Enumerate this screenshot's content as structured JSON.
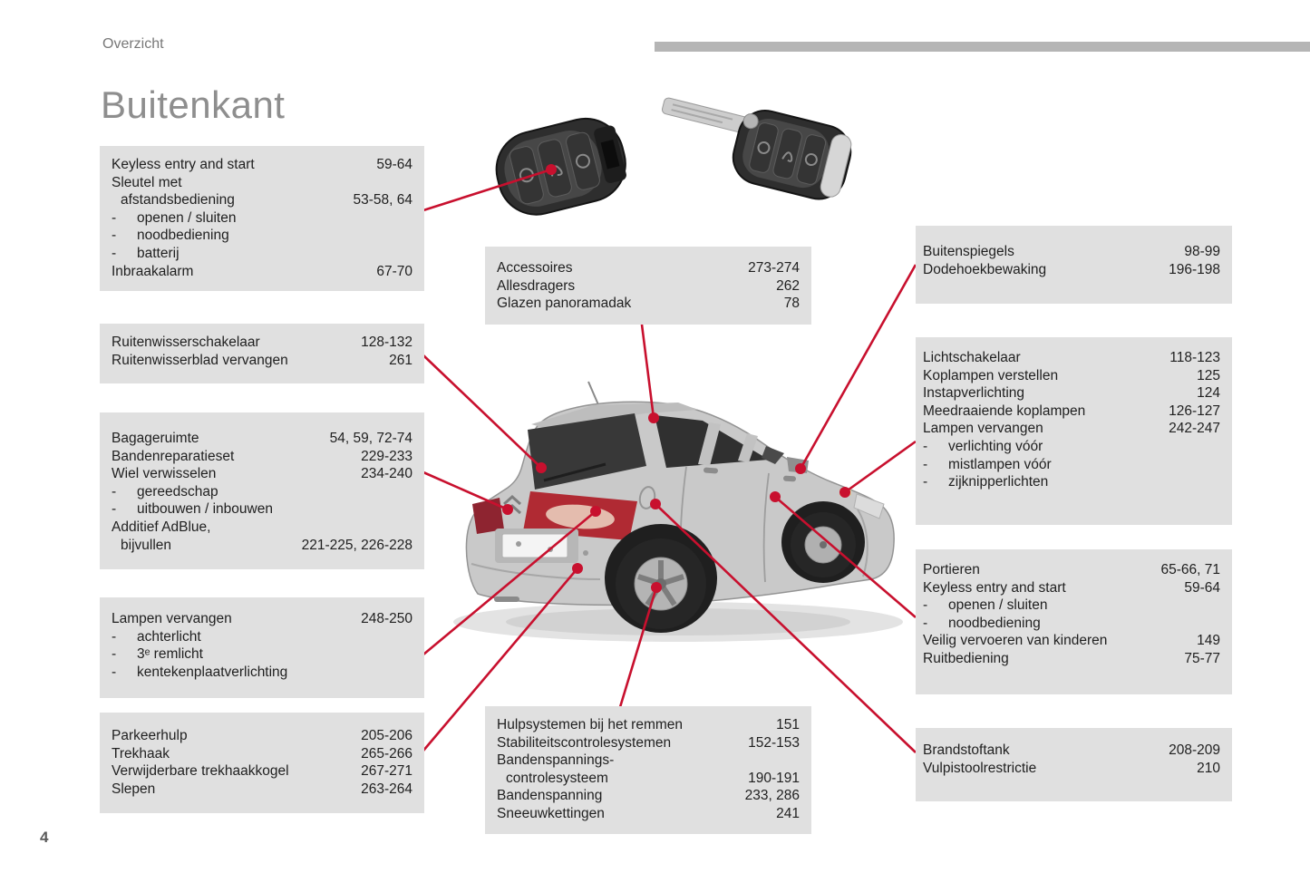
{
  "page": {
    "header": "Overzicht",
    "title": "Buitenkant",
    "number": "4"
  },
  "colors": {
    "accent_red": "#c8102e",
    "box_background": "#e0e0e0",
    "title_gray": "#8e8e8e",
    "header_bar_gray": "#b5b5b5"
  },
  "illustrations": {
    "car": "citroen-c4-rear-three-quarter-view",
    "key_left": "smart-key-fob",
    "key_right": "flip-key-with-blade"
  },
  "boxes": [
    {
      "id": "keyless",
      "rows": [
        {
          "label": "Keyless entry and start",
          "pages": "59-64"
        },
        {
          "label": "Sleutel met",
          "pages": ""
        },
        {
          "label": "afstandsbediening",
          "indent": true,
          "pages": "53-58, 64"
        },
        {
          "label": "openen / sluiten",
          "bullet": "-",
          "pages": ""
        },
        {
          "label": "noodbediening",
          "bullet": "-",
          "pages": ""
        },
        {
          "label": "batterij",
          "bullet": "-",
          "pages": ""
        },
        {
          "label": "Inbraakalarm",
          "pages": "67-70"
        }
      ]
    },
    {
      "id": "wipers",
      "rows": [
        {
          "label": "Ruitenwisserschakelaar",
          "pages": "128-132"
        },
        {
          "label": "Ruitenwisserblad vervangen",
          "pages": "261"
        }
      ]
    },
    {
      "id": "boot",
      "rows": [
        {
          "label": "Bagageruimte",
          "pages": "54, 59, 72-74"
        },
        {
          "label": "Bandenreparatieset",
          "pages": "229-233"
        },
        {
          "label": "Wiel verwisselen",
          "pages": "234-240"
        },
        {
          "label": "gereedschap",
          "bullet": "-",
          "pages": ""
        },
        {
          "label": "uitbouwen / inbouwen",
          "bullet": "-",
          "pages": ""
        },
        {
          "label": "Additief AdBlue,",
          "pages": ""
        },
        {
          "label": "bijvullen",
          "indent": true,
          "pages": "221-225, 226-228"
        }
      ]
    },
    {
      "id": "rearlamps",
      "rows": [
        {
          "label": "Lampen vervangen",
          "pages": "248-250"
        },
        {
          "label": "achterlicht",
          "bullet": "-",
          "pages": ""
        },
        {
          "label": "3ᵉ remlicht",
          "bullet": "-",
          "pages": ""
        },
        {
          "label": "kentekenplaatverlichting",
          "bullet": "-",
          "pages": ""
        }
      ]
    },
    {
      "id": "parking",
      "rows": [
        {
          "label": "Parkeerhulp",
          "pages": "205-206"
        },
        {
          "label": "Trekhaak",
          "pages": "265-266"
        },
        {
          "label": "Verwijderbare trekhaakkogel",
          "pages": "267-271"
        },
        {
          "label": "Slepen",
          "pages": "263-264"
        }
      ]
    },
    {
      "id": "accessories",
      "rows": [
        {
          "label": "Accessoires",
          "pages": "273-274"
        },
        {
          "label": "Allesdragers",
          "pages": "262"
        },
        {
          "label": "Glazen panoramadak",
          "pages": "78"
        }
      ]
    },
    {
      "id": "braking",
      "rows": [
        {
          "label": "Hulpsystemen bij het remmen",
          "pages": "151"
        },
        {
          "label": "Stabiliteitscontrolesystemen",
          "pages": "152-153"
        },
        {
          "label": "Bandenspannings-",
          "pages": ""
        },
        {
          "label": "controlesysteem",
          "indent": true,
          "pages": "190-191"
        },
        {
          "label": "Bandenspanning",
          "pages": "233, 286"
        },
        {
          "label": "Sneeuwkettingen",
          "pages": "241"
        }
      ]
    },
    {
      "id": "mirrors",
      "rows": [
        {
          "label": "Buitenspiegels",
          "pages": "98-99"
        },
        {
          "label": "Dodehoekbewaking",
          "pages": "196-198"
        }
      ]
    },
    {
      "id": "lighting",
      "rows": [
        {
          "label": "Lichtschakelaar",
          "pages": "118-123"
        },
        {
          "label": "Koplampen verstellen",
          "pages": "125"
        },
        {
          "label": "Instapverlichting",
          "pages": "124"
        },
        {
          "label": "Meedraaiende koplampen",
          "pages": "126-127"
        },
        {
          "label": "Lampen vervangen",
          "pages": "242-247"
        },
        {
          "label": "verlichting vóór",
          "bullet": "-",
          "pages": ""
        },
        {
          "label": "mistlampen vóór",
          "bullet": "-",
          "pages": ""
        },
        {
          "label": "zijknipperlichten",
          "bullet": "-",
          "pages": ""
        }
      ]
    },
    {
      "id": "doors",
      "rows": [
        {
          "label": "Portieren",
          "pages": "65-66, 71"
        },
        {
          "label": "Keyless entry and start",
          "pages": "59-64"
        },
        {
          "label": "openen / sluiten",
          "bullet": "-",
          "pages": ""
        },
        {
          "label": "noodbediening",
          "bullet": "-",
          "pages": ""
        },
        {
          "label": "Veilig vervoeren van kinderen",
          "pages": "149"
        },
        {
          "label": "Ruitbediening",
          "pages": "75-77"
        }
      ]
    },
    {
      "id": "fuel",
      "rows": [
        {
          "label": "Brandstoftank",
          "pages": "208-209"
        },
        {
          "label": "Vulpistoolrestrictie",
          "pages": "210"
        }
      ]
    }
  ]
}
